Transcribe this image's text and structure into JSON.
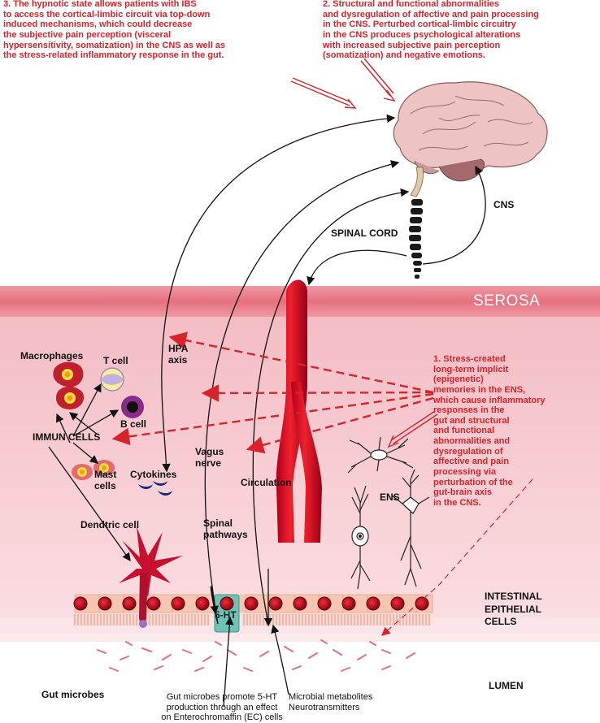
{
  "notes": {
    "note3": "3. The hypnotic state allows patients with IBS\n    to access the cortical-limbic circuit via top-down\n    induced mechanisms, which could decrease\n    the subjective pain perception (visceral\n    hypersensitivity, somatization) in the CNS as well as\n    the stress-related inflammatory response in the gut.",
    "note2": "2. Structural and functional abnormalities\n    and dysregulation of affective and pain processing\n    in the CNS. Perturbed cortical-limbic circuitry\n    in the CNS produces psychological alterations\n    with increased subjective pain perception\n    (somatization) and negative emotions.",
    "note1": "1.  Stress-created\n     long-term implicit\n     (epigenetic)\n     memories in the ENS,\n     which cause inflammatory\n     responses in the\n     gut and structural\n     and functional\n     abnormalities and\n     dysregulation of\n     affective and pain\n     processing via\n     perturbation of the\n     gut-brain axis\n     in the CNS."
  },
  "labels": {
    "cns": "CNS",
    "spinal_cord": "SPINAL CORD",
    "serosa": "SEROSA",
    "macrophages": "Macrophages",
    "t_cell": "T cell",
    "b_cell": "B cell",
    "immun_cells": "IMMUN CELLS",
    "mast_cells": "Mast\ncells",
    "cytokines": "Cytokines",
    "hpa_axis": "HPA\naxis",
    "vagus_nerve": "Vagus\nnerve",
    "circulation": "Circulation",
    "ens": "ENS",
    "dendritic_cell": "Dendtric cell",
    "spinal_pathways": "Spinal\npathways",
    "five_ht": "5-HT",
    "intestinal_epithelial_cells": "INTESTINAL\nEPITHELIAL\nCELLS",
    "lumen": "LUMEN",
    "gut_microbes": "Gut microbes",
    "gut_microbes_5ht": "Gut microbes promote 5-HT\nproduction through an effect\non Enterochromaffin (EC) cells",
    "microbial_metabolites": "Microbial metabolites\nNeurotransmitters"
  },
  "colors": {
    "accent_red": "#d8232a",
    "serosa_band": "#e5707e",
    "tissue": "#f8d4d8",
    "brain": "#eec3c3",
    "epithelial": "#f6c6b0",
    "ec_cell": "#6fc3b6"
  }
}
